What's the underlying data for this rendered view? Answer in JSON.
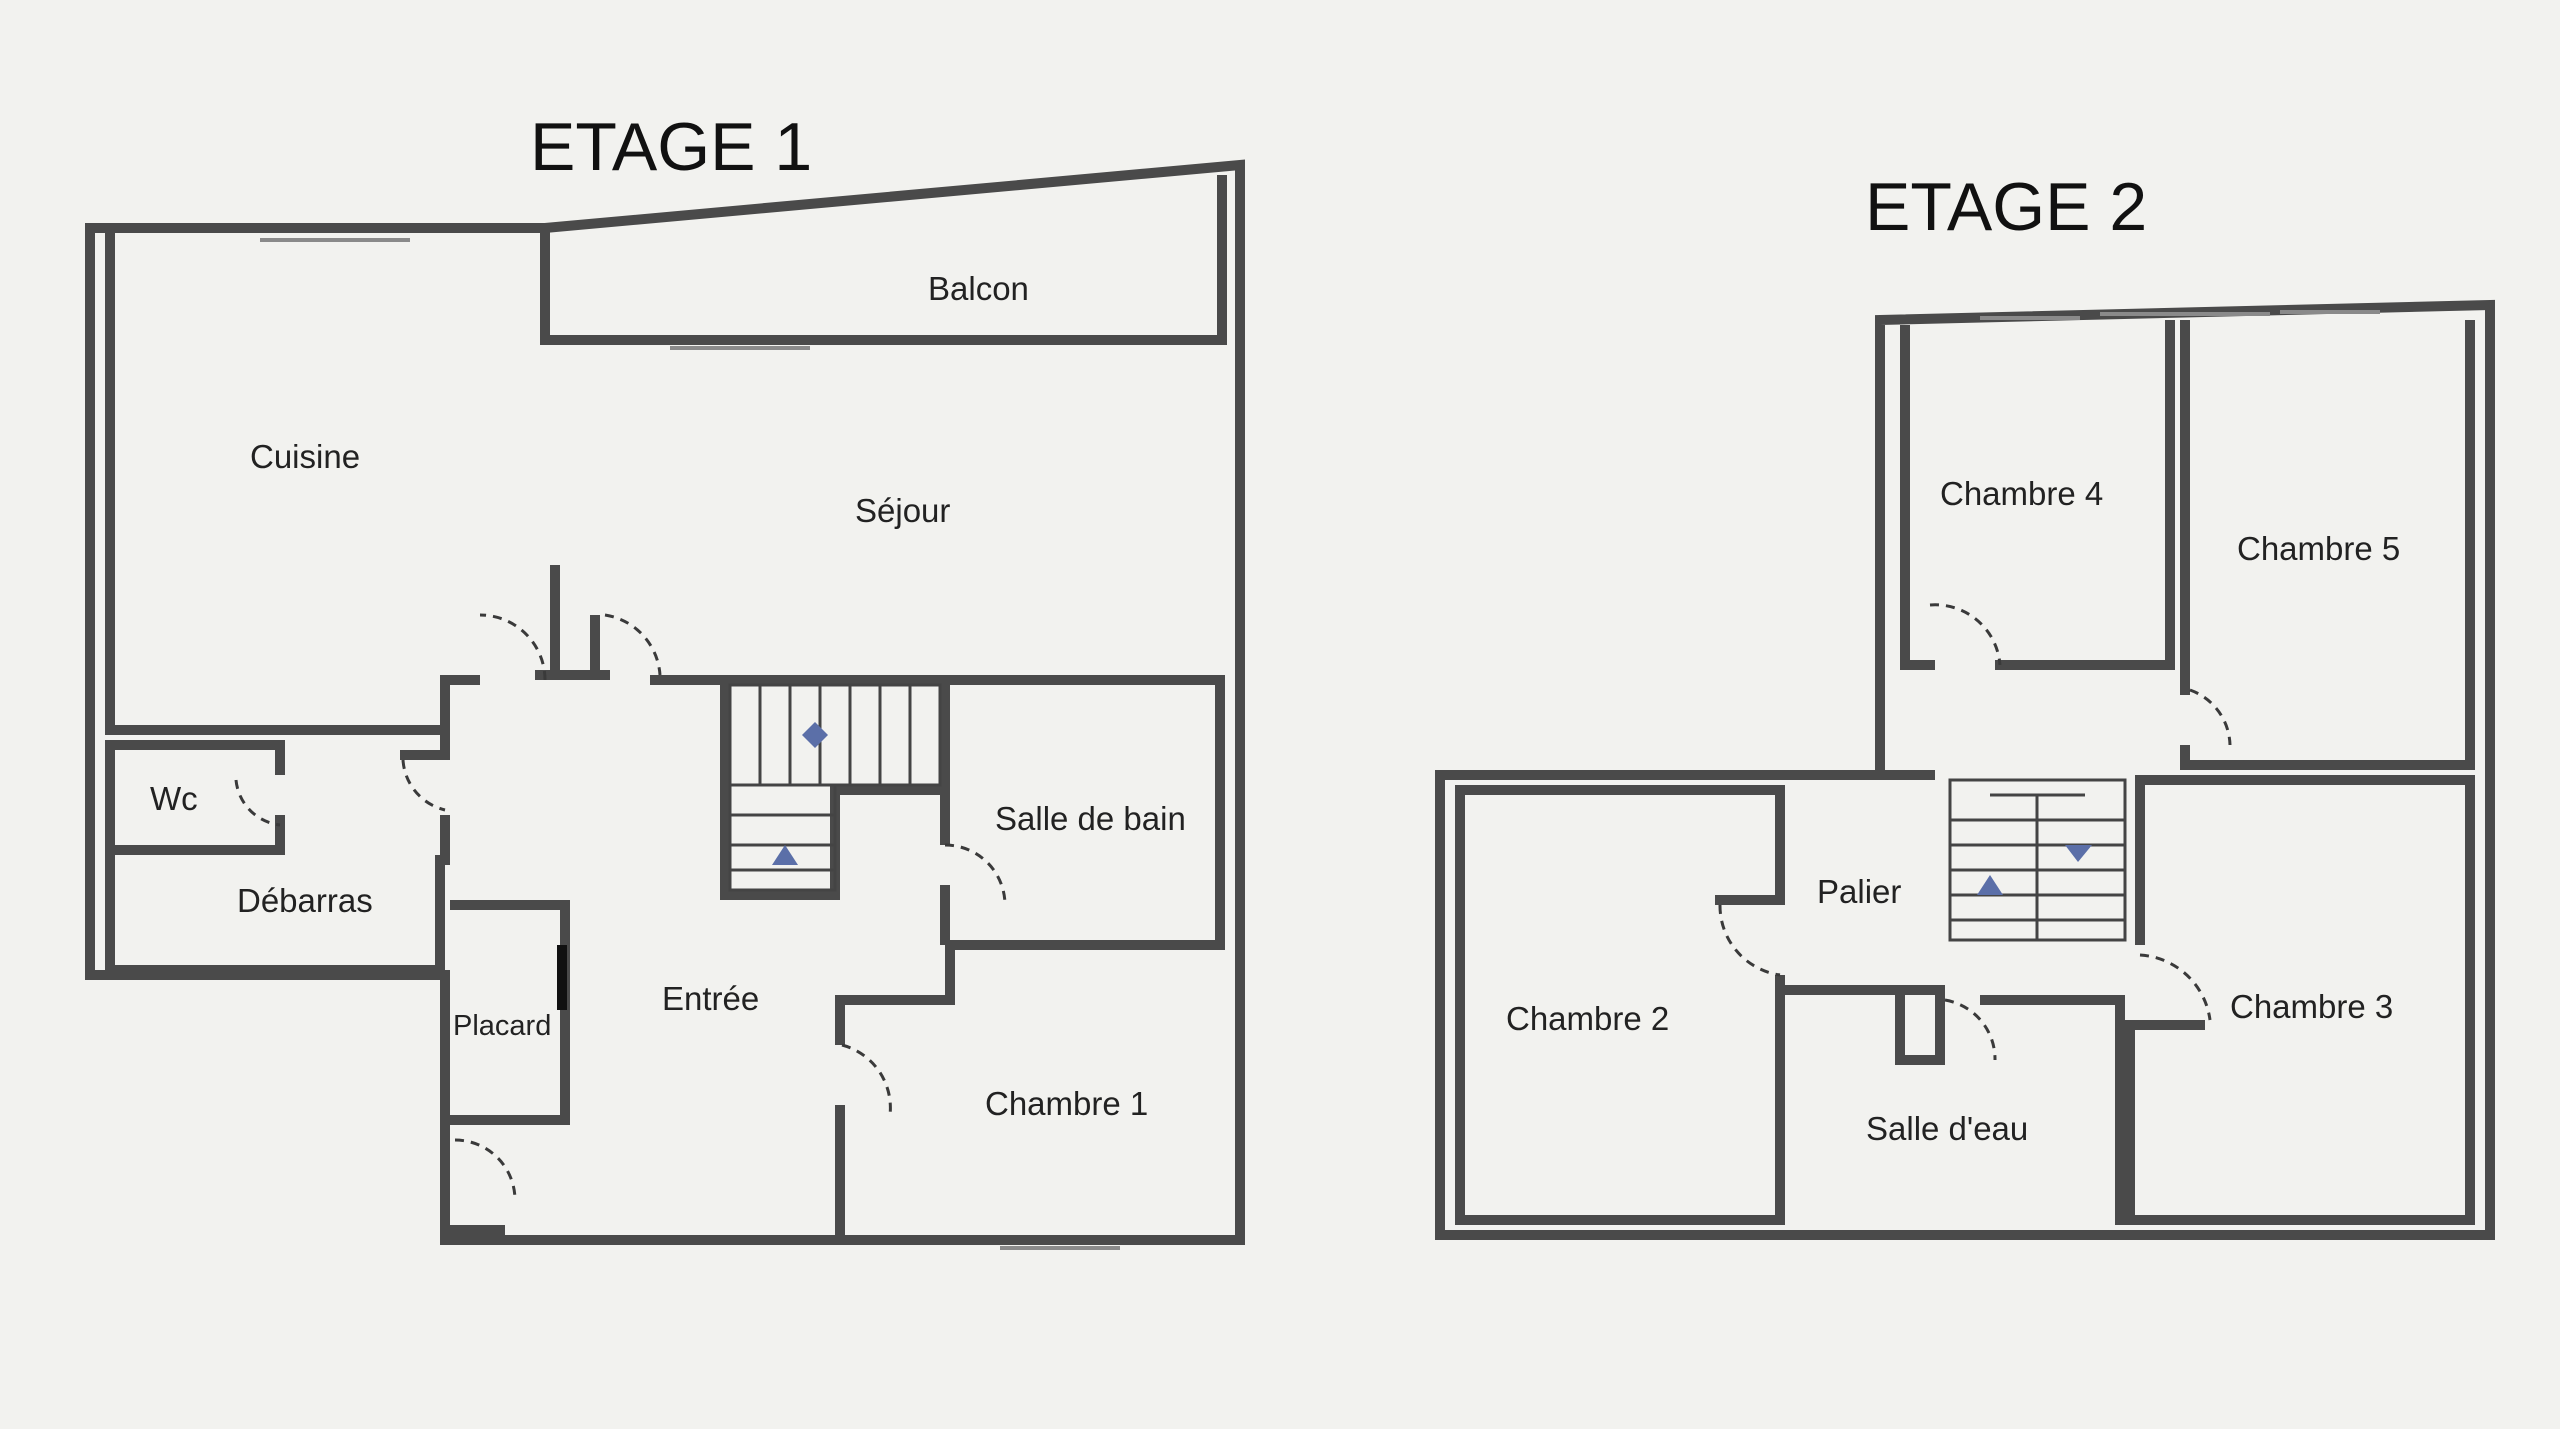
{
  "floor1": {
    "title": "ETAGE 1",
    "rooms": {
      "balcon": "Balcon",
      "cuisine": "Cuisine",
      "sejour": "Séjour",
      "wc": "Wc",
      "debarras": "Débarras",
      "salle_de_bain": "Salle de bain",
      "placard": "Placard",
      "entree": "Entrée",
      "chambre1": "Chambre 1"
    }
  },
  "floor2": {
    "title": "ETAGE 2",
    "rooms": {
      "chambre4": "Chambre 4",
      "chambre5": "Chambre 5",
      "palier": "Palier",
      "chambre2": "Chambre 2",
      "chambre3": "Chambre 3",
      "salle_deau": "Salle d'eau"
    }
  },
  "colors": {
    "wall": "#4a4a4a",
    "stair_arrow": "#5b6fa8",
    "paper": "#f2f2ef"
  }
}
